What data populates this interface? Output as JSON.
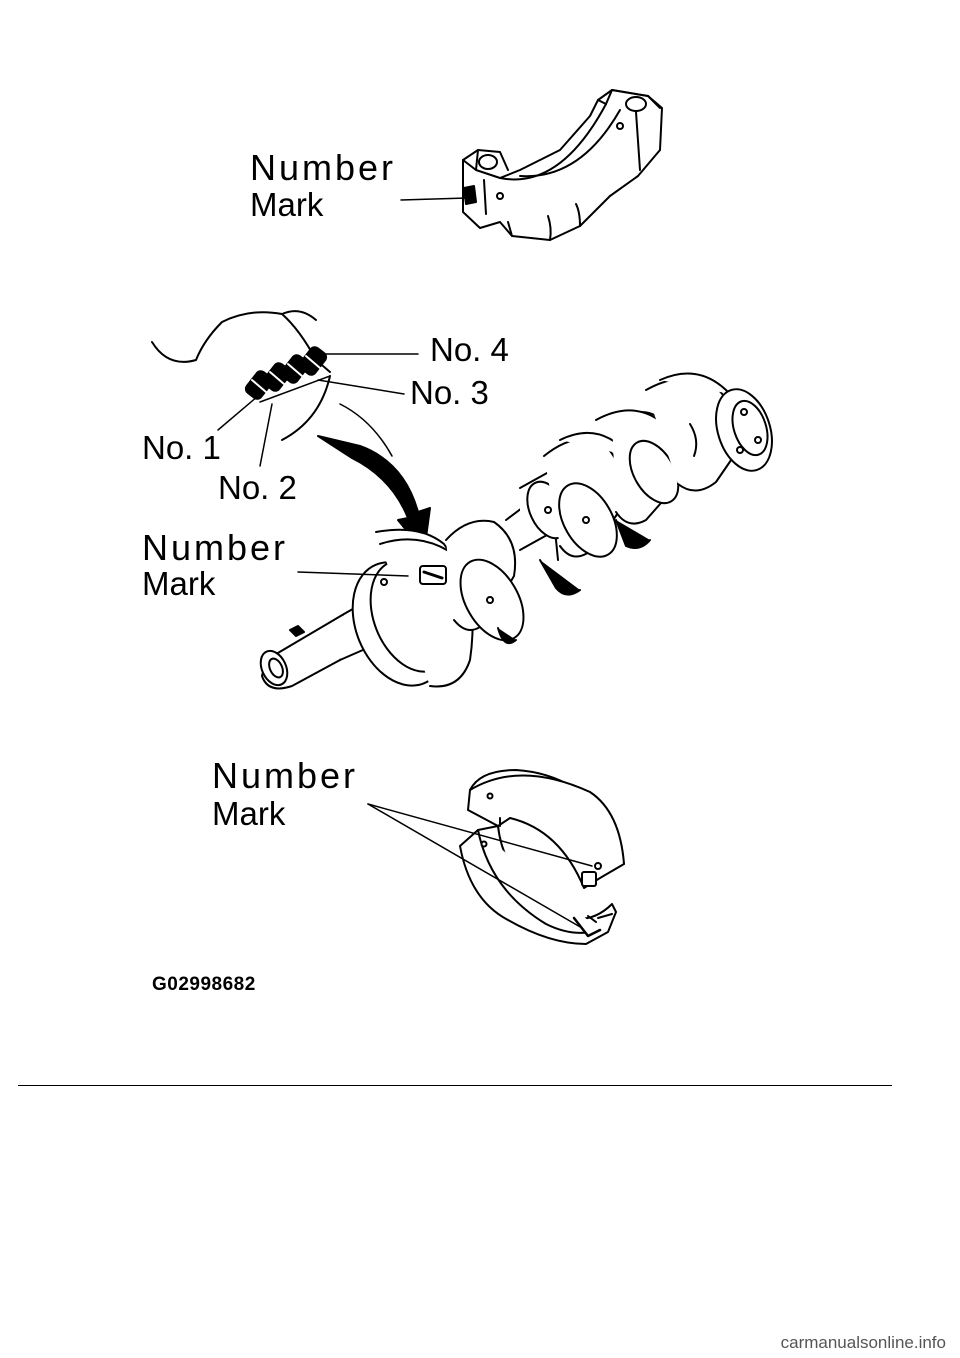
{
  "figure": {
    "top_part": {
      "label_line1": "Number",
      "label_line2": "Mark"
    },
    "crankshaft": {
      "label_line1": "Number",
      "label_line2": "Mark",
      "journal_labels": [
        "No. 1",
        "No. 2",
        "No. 3",
        "No. 4"
      ]
    },
    "bottom_part": {
      "label_line1": "Number",
      "label_line2": "Mark"
    },
    "figure_code": "G02998682"
  },
  "footer": {
    "watermark": "carmanualsonline.info"
  }
}
